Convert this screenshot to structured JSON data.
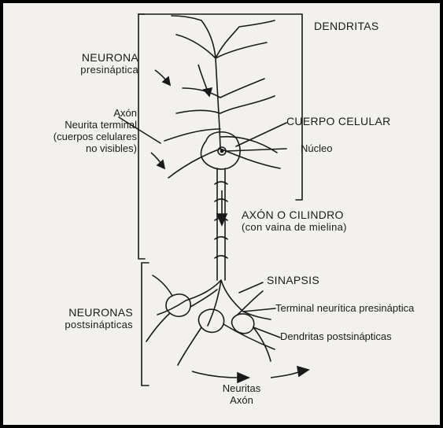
{
  "labels": {
    "dendritas": "DENDRITAS",
    "neurona_presinaptica_1": "NEURONA",
    "neurona_presinaptica_2": "presináptica",
    "axon_1": "Axón",
    "axon_2": "Neurita terminal",
    "axon_3": "(cuerpos celulares",
    "axon_4": "no visibles)",
    "cuerpo_celular": "CUERPO CELULAR",
    "nucleo": "Núcleo",
    "axon_cilindro_1": "AXÓN O CILINDRO",
    "axon_cilindro_2": "(con vaina de mielina)",
    "sinapsis": "SINAPSIS",
    "terminal_neuritica": "Terminal neurítica presináptica",
    "neuronas_post_1": "NEURONAS",
    "neuronas_post_2": "postsinápticas",
    "dendritas_post": "Dendritas postsinápticas",
    "neuritas": "Neuritas",
    "axon_bottom": "Axón"
  },
  "colors": {
    "highlight": "#f4ef3c",
    "ink": "#1a1a1a",
    "paper": "#f2f1ee"
  }
}
